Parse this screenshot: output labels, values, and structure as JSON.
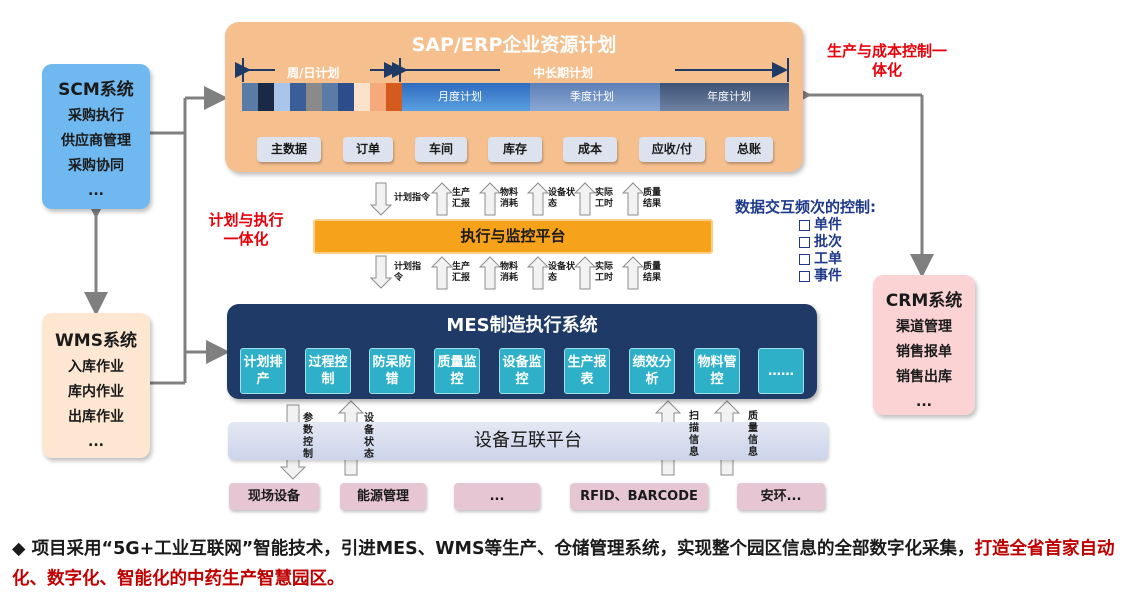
{
  "sap": {
    "title": "SAP/ERP企业资源计划",
    "period_short": "周/日计划",
    "period_long": "中长期计划",
    "bands": [
      "月度计划",
      "季度计划",
      "年度计划"
    ],
    "buttons": [
      "主数据",
      "订单",
      "车间",
      "库存",
      "成本",
      "应收/付",
      "总账"
    ]
  },
  "scm": {
    "title": "SCM系统",
    "items": [
      "采购执行",
      "供应商管理",
      "采购协同",
      "..."
    ]
  },
  "wms": {
    "title": "WMS系统",
    "items": [
      "入库作业",
      "库内作业",
      "出库作业",
      "..."
    ]
  },
  "crm": {
    "title": "CRM系统",
    "items": [
      "渠道管理",
      "销售报单",
      "销售出库",
      "..."
    ]
  },
  "labels": {
    "prod_cost": [
      "生产与成本控制一",
      "体化"
    ],
    "plan_exec": [
      "计划与执行",
      "一体化"
    ]
  },
  "upper_arrows": [
    "计划指令",
    "生产汇报",
    "物料消耗",
    "设备状态",
    "实际工时",
    "质量结果"
  ],
  "lower_arrows": [
    "计划指令",
    "生产汇报",
    "物料消耗",
    "设备状态",
    "实际工时",
    "质量结果"
  ],
  "exec_platform": "执行与监控平台",
  "freq": {
    "title": "数据交互频次的控制:",
    "items": [
      "单件",
      "批次",
      "工单",
      "事件"
    ]
  },
  "mes": {
    "title": "MES制造执行系统",
    "modules": [
      "计划排产",
      "过程控制",
      "防呆防错",
      "质量监控",
      "设备监控",
      "生产报表",
      "绩效分析",
      "物料管控",
      "……"
    ]
  },
  "device_platform": "设备互联平台",
  "vertical_labels": [
    "参数控制",
    "设备状态",
    "扫描信息",
    "质量信息"
  ],
  "bottom_boxes": [
    "现场设备",
    "能源管理",
    "...",
    "RFID、BARCODE",
    "安环..."
  ],
  "footer": {
    "bullet": "◆",
    "text_black": "项目采用“5G+工业互联网”智能技术，引进MES、WMS等生产、仓储管理系统，实现整个园区信息的全部数字化采集，",
    "text_red": "打造全省首家自动化、数字化、智能化的中药生产智慧园区。"
  },
  "colors": {
    "sap_bg": "#f6bf8e",
    "mes_bg": "#1f3a66",
    "mes_module": "#2eb0c8",
    "exec_bar": "#f6a21b",
    "scm_bg": "#70b8f0",
    "wms_bg": "#fde7d2",
    "crm_bg": "#fbd3d5",
    "red_text": "#e8000b",
    "blue_text": "#1f3a8a"
  }
}
